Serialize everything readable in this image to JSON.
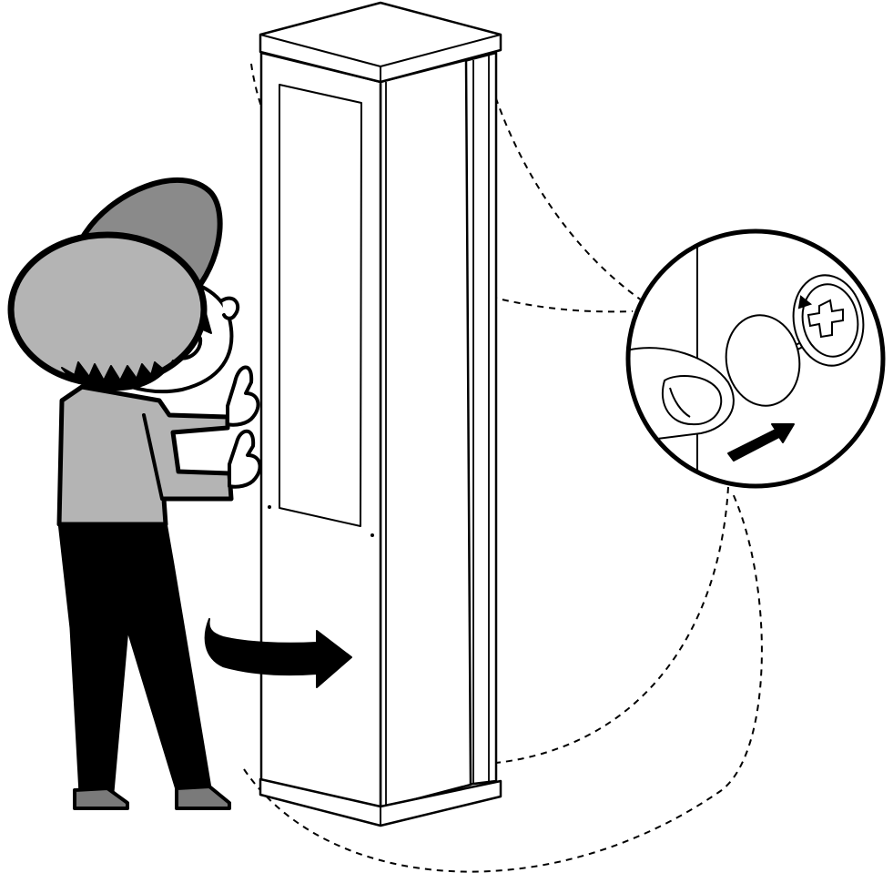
{
  "figure": {
    "description_items": [
      {
        "name": "person",
        "role": "figure"
      },
      {
        "name": "cabinet",
        "role": "object"
      },
      {
        "name": "detail-callout",
        "role": "magnified view"
      },
      {
        "name": "turn-arrow",
        "role": "instruction arrow"
      },
      {
        "name": "push-arrow",
        "role": "instruction arrow"
      }
    ]
  },
  "colors": {
    "ink": "#000000",
    "paper": "#ffffff",
    "cap_dark": "#8a8a8a",
    "cap_light": "#b4b4b4",
    "shirt": "#b4b4b4",
    "shoes": "#7a7a7a",
    "pants": "#000000"
  },
  "icons": {
    "turn_arrow": "curved-arrow-right-icon",
    "push_arrow": "straight-arrow-icon",
    "cam_lock": "cam-lock-icon",
    "screw_cap": "cover-cap-icon"
  }
}
